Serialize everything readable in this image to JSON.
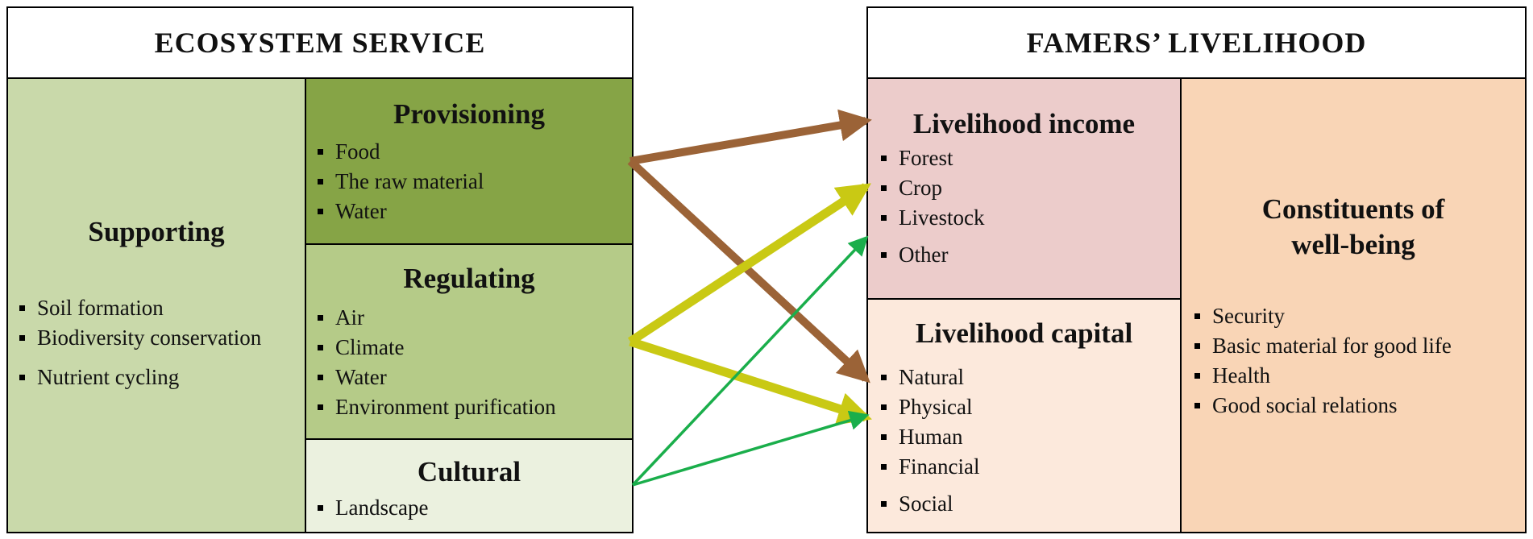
{
  "ecosystem": {
    "title": "ECOSYSTEM SERVICE",
    "supporting": {
      "heading": "Supporting",
      "items": [
        "Soil formation",
        "Biodiversity conservation",
        "Nutrient cycling"
      ],
      "color": "#c9d9aa"
    },
    "provisioning": {
      "heading": "Provisioning",
      "items": [
        "Food",
        "The raw material",
        "Water"
      ],
      "color": "#86a446"
    },
    "regulating": {
      "heading": "Regulating",
      "items": [
        "Air",
        "Climate",
        "Water",
        "Environment purification"
      ],
      "color": "#b5cb88"
    },
    "cultural": {
      "heading": "Cultural",
      "items": [
        "Landscape"
      ],
      "color": "#ebf1df"
    }
  },
  "livelihood": {
    "title": "FAMERS’ LIVELIHOOD",
    "income": {
      "heading": "Livelihood income",
      "items": [
        "Forest",
        "Crop",
        "Livestock",
        "Other"
      ],
      "color": "#eccccb"
    },
    "capital": {
      "heading": "Livelihood capital",
      "items": [
        "Natural",
        "Physical",
        "Human",
        "Financial",
        "Social"
      ],
      "color": "#fce9dc"
    },
    "wellbeing": {
      "heading_line1": "Constituents of",
      "heading_line2": "well-being",
      "items": [
        "Security",
        "Basic material for good life",
        "Health",
        "Good social relations"
      ],
      "color": "#f9d5b6"
    }
  },
  "arrow_colors": {
    "provisioning": "#9b6337",
    "regulating": "#c9c914",
    "cultural": "#1aae4b"
  }
}
